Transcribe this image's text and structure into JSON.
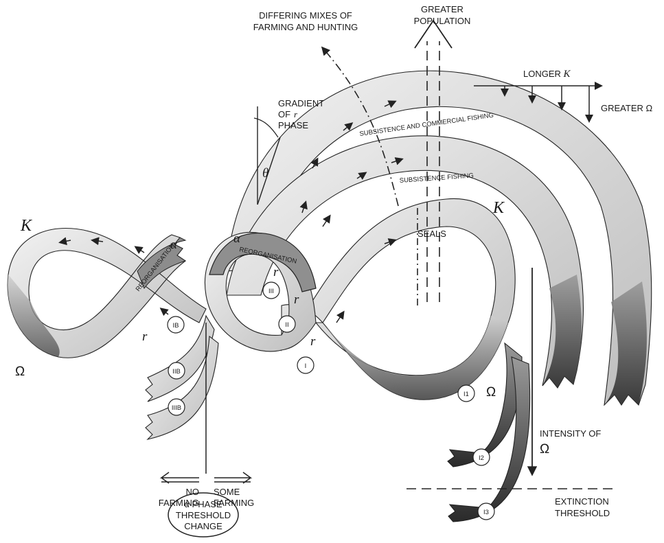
{
  "labels": {
    "greater_population": [
      "GREATER",
      "POPULATION"
    ],
    "differing_mixes": [
      "DIFFERING MIXES OF",
      "FARMING AND HUNTING"
    ],
    "longer_k": "LONGER",
    "k_symbol": "K",
    "greater_omega": "GREATER Ω",
    "gradient": [
      "GRADIENT",
      "OF",
      "r",
      "PHASE"
    ],
    "theta": "θ",
    "commercial_fishing": "SUBSISTENCE AND COMMERCIAL FISHING",
    "subsistence_fishing": "SUBSISTENCE FISHING",
    "seals": "SEALS",
    "reorganisation_left": "REORGANISATION",
    "reorganisation_center": "REORGANISATION",
    "alpha": "α",
    "omega": "Ω",
    "r": "r",
    "intensity_of": "INTENSITY OF",
    "intensity_omega": "Ω",
    "extinction": [
      "EXTINCTION",
      "THRESHOLD"
    ],
    "no_farming": [
      "NO",
      "FARMING"
    ],
    "some_farming": [
      "SOME",
      "FARMING"
    ],
    "threshold_change": [
      "α PHASE",
      "THRESHOLD",
      "CHANGE"
    ]
  },
  "markers": {
    "I": "I",
    "II": "II",
    "III": "III",
    "IB": "IB",
    "IIB": "IIB",
    "IIIB": "IIIB",
    "I1": "I1",
    "I2": "I2",
    "I3": "I3"
  },
  "colors": {
    "ribbon_light": "#e4e4e4",
    "ribbon_mid": "#b5b5b5",
    "ribbon_dark": "#5a5a5a",
    "ink": "#1a1a1a"
  }
}
